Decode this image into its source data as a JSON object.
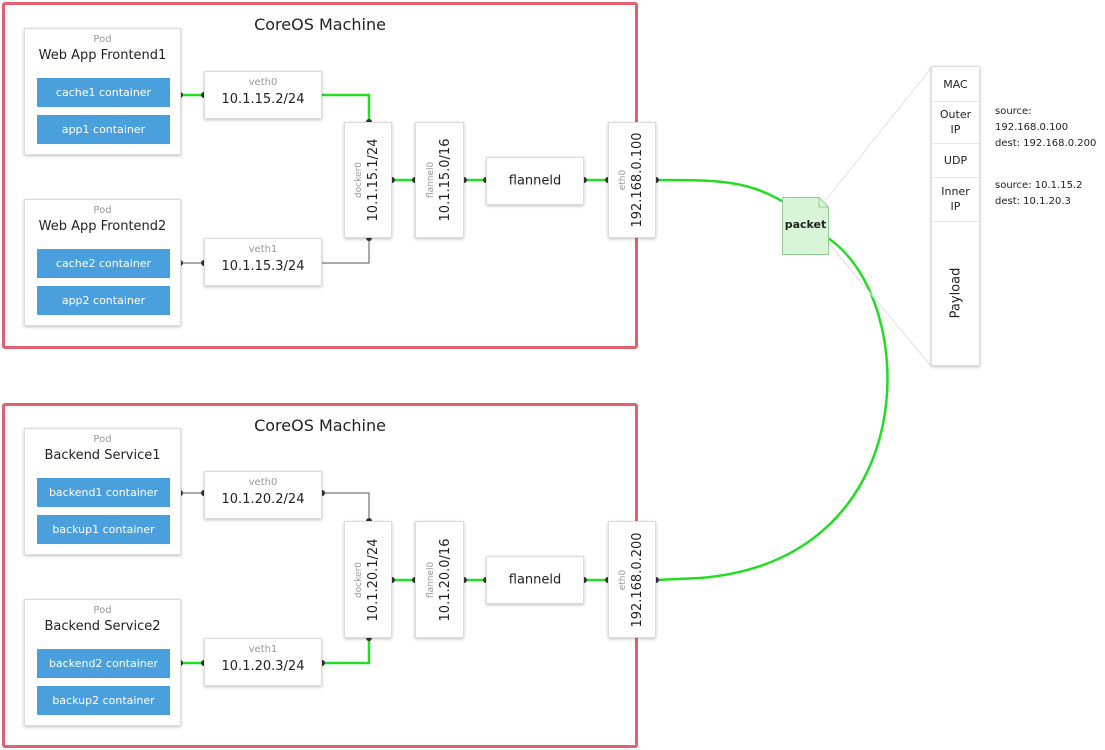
{
  "machines": [
    {
      "title": "CoreOS Machine",
      "pods": [
        {
          "label": "Pod",
          "name": "Web App Frontend1",
          "containers": [
            "cache1 container",
            "app1 container"
          ]
        },
        {
          "label": "Pod",
          "name": "Web App Frontend2",
          "containers": [
            "cache2 container",
            "app2 container"
          ]
        }
      ],
      "veths": [
        {
          "label": "veth0",
          "ip": "10.1.15.2/24"
        },
        {
          "label": "veth1",
          "ip": "10.1.15.3/24"
        }
      ],
      "docker": {
        "label": "docker0",
        "ip": "10.1.15.1/24"
      },
      "flannel": {
        "label": "flannel0",
        "ip": "10.1.15.0/16"
      },
      "flanneld": "flanneld",
      "eth": {
        "label": "eth0",
        "ip": "192.168.0.100"
      }
    },
    {
      "title": "CoreOS Machine",
      "pods": [
        {
          "label": "Pod",
          "name": "Backend Service1",
          "containers": [
            "backend1 container",
            "backup1 container"
          ]
        },
        {
          "label": "Pod",
          "name": "Backend Service2",
          "containers": [
            "backend2 container",
            "backup2 container"
          ]
        }
      ],
      "veths": [
        {
          "label": "veth0",
          "ip": "10.1.20.2/24"
        },
        {
          "label": "veth1",
          "ip": "10.1.20.3/24"
        }
      ],
      "docker": {
        "label": "docker0",
        "ip": "10.1.20.1/24"
      },
      "flannel": {
        "label": "flannel0",
        "ip": "10.1.20.0/16"
      },
      "flanneld": "flanneld",
      "eth": {
        "label": "eth0",
        "ip": "192.168.0.200"
      }
    }
  ],
  "packet": {
    "label": "packet",
    "fields": [
      "MAC",
      "Outer IP",
      "UDP",
      "Inner IP",
      "Payload"
    ],
    "outer_ip": {
      "source": "source: 192.168.0.100",
      "dest": "dest: 192.168.0.200"
    },
    "inner_ip": {
      "source": "source: 10.1.15.2",
      "dest": "dest: 10.1.20.3"
    }
  },
  "colors": {
    "machine_border": "#e2606f",
    "container_fill": "#4a9fdd",
    "active_link": "#22dd22",
    "inactive_link": "#555555",
    "packet_fill": "#d8f5d8"
  }
}
